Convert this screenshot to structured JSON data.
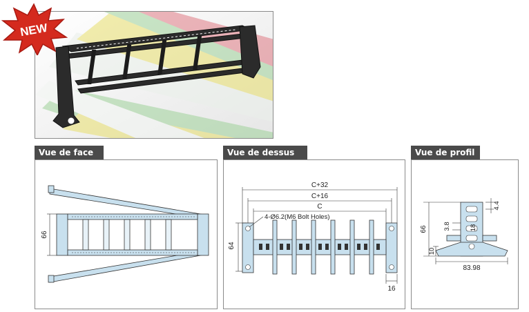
{
  "badge": {
    "text": "NEW",
    "color": "#d42a1e"
  },
  "photo": {
    "description_colors": {
      "frame": "#2b2b2b",
      "red": "#e07b85",
      "yellow": "#e8df6c",
      "green": "#9fd29a",
      "white": "#eef3ee"
    }
  },
  "sections": {
    "front": {
      "title": "Vue de face",
      "dim_height": "66"
    },
    "top": {
      "title": "Vue de dessus",
      "dim_c32": "C+32",
      "dim_c16": "C+16",
      "dim_c": "C",
      "holes": "4-Ø6.2(M6 Bolt Holes)",
      "dim_64": "64",
      "dim_16": "16"
    },
    "side": {
      "title": "Vue de profil",
      "dim_66": "66",
      "dim_4_4": "4.4",
      "dim_3_8": "3.8",
      "dim_18": "18",
      "dim_10": "10",
      "dim_width": "83.98"
    }
  },
  "colors": {
    "header_bg": "#4a4a4a",
    "drawing_fill": "#c8e0ee",
    "drawing_stroke": "#333333"
  }
}
